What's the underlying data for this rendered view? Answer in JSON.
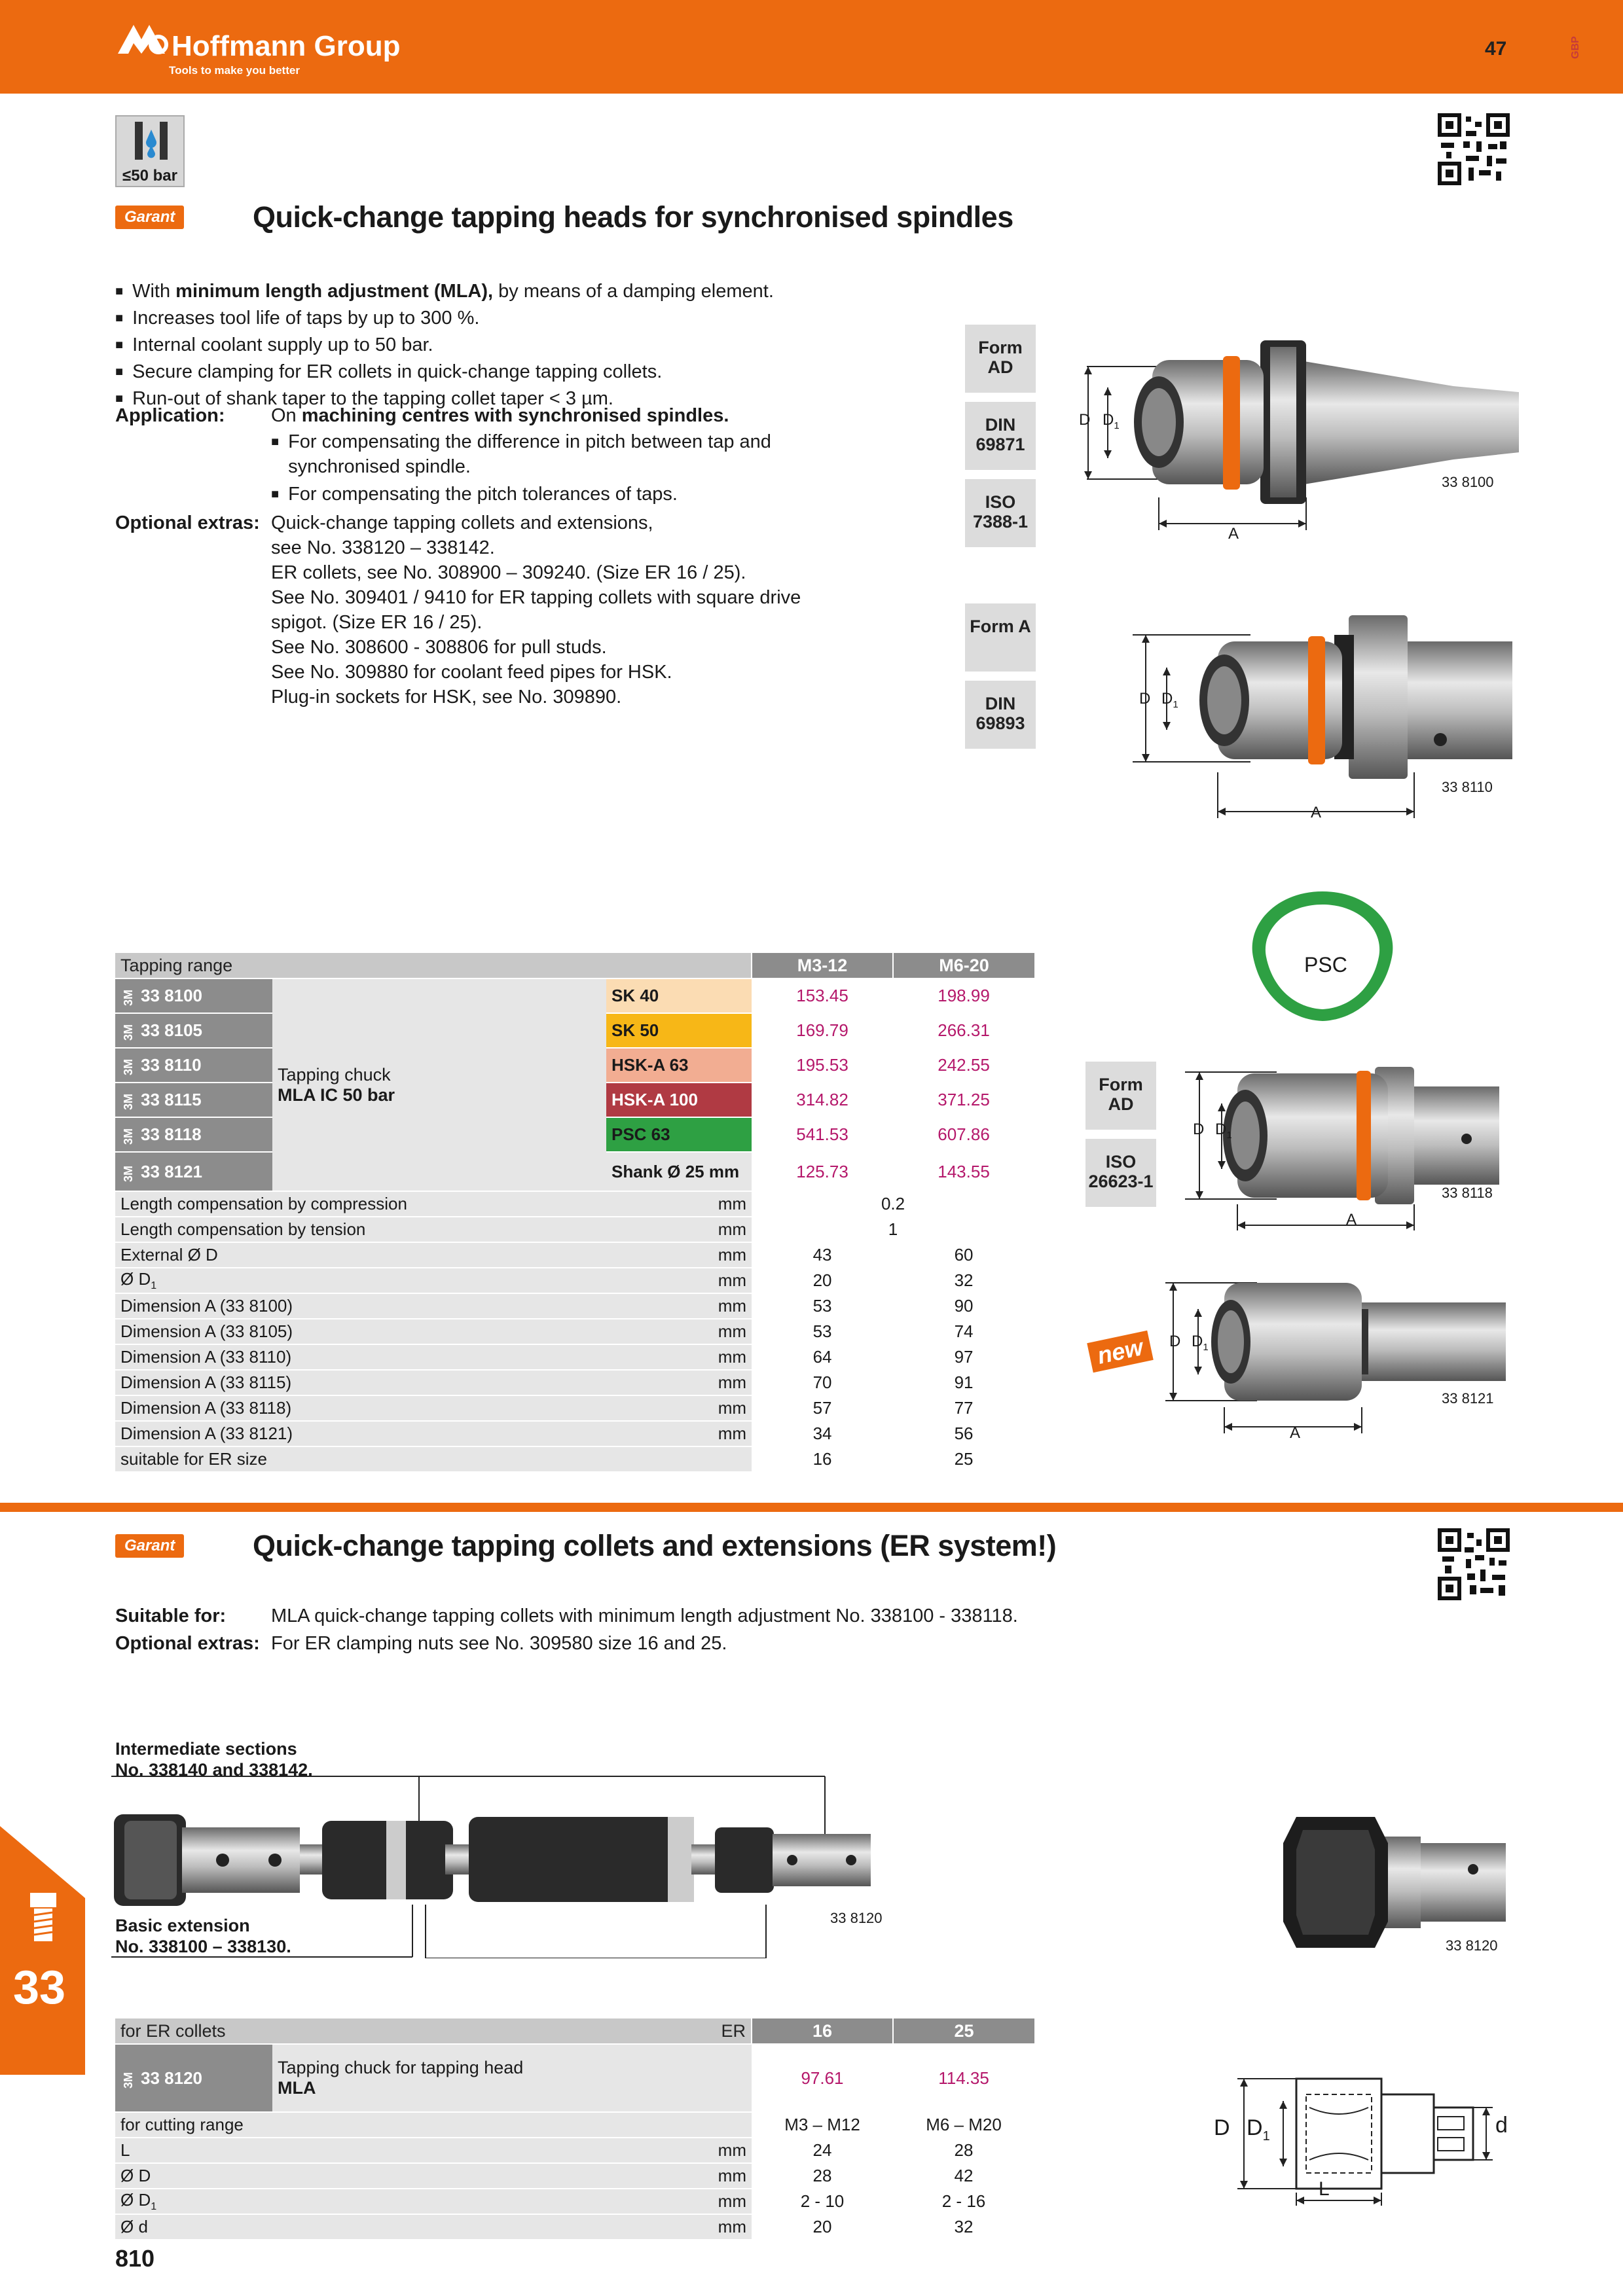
{
  "header": {
    "brand": "Hoffmann Group",
    "tagline": "Tools to make you better",
    "page_number": "47",
    "region": "GBP"
  },
  "badge_pressure": "≤50 bar",
  "section1": {
    "brand_badge": "Garant",
    "title": "Quick-change tapping heads for synchronised spindles",
    "bullets": [
      {
        "pre": "With ",
        "bold": "minimum length adjustment (MLA),",
        "post": " by means of a damping element."
      },
      {
        "pre": "Increases tool life of taps by up to 300 %.",
        "bold": "",
        "post": ""
      },
      {
        "pre": "Internal coolant supply up to 50 bar.",
        "bold": "",
        "post": ""
      },
      {
        "pre": "Secure clamping for ER collets in quick-change tapping collets.",
        "bold": "",
        "post": ""
      },
      {
        "pre": "Run-out of shank taper to the tapping collet taper < 3 µm.",
        "bold": "",
        "post": ""
      }
    ],
    "application_label": "Application:",
    "application_pre": "On ",
    "application_bold": "machining centres with synchronised spindles.",
    "application_bullets": [
      "For compensating the difference in pitch between tap and synchronised spindle.",
      "For compensating the pitch tolerances of taps."
    ],
    "optional_label": "Optional extras:",
    "optional_lines": [
      "Quick-change tapping collets and extensions,",
      "see No. 338120 – 338142.",
      "ER collets, see No. 308900 – 309240. (Size ER 16 / 25).",
      "See No. 309401 / 9410 for ER tapping collets with square drive",
      "spigot. (Size ER 16 / 25).",
      "See No. 308600 - 308806 for pull studs.",
      "See No. 309880 for coolant feed pipes for HSK.",
      "Plug-in sockets for HSK, see No. 309890."
    ]
  },
  "form_boxes": {
    "b1": "Form AD",
    "b2": "DIN 69871",
    "b3": "ISO 7388-1",
    "b4": "Form A",
    "b5": "DIN 69893",
    "b6": "Form AD",
    "b7": "ISO 26623-1"
  },
  "figures": {
    "f1": "33 8100",
    "f2": "33 8110",
    "f3": "33 8118",
    "f4": "33 8121",
    "f5": "33 8120",
    "f6": "33 8120",
    "dim_D": "D",
    "dim_D1": "D",
    "dim_A": "A",
    "dim_d": "d",
    "dim_L": "L",
    "psc": "PSC",
    "new": "new"
  },
  "table1": {
    "header_label": "Tapping range",
    "col1": "M3-12",
    "col2": "M6-20",
    "product_desc_1": "Tapping chuck",
    "product_desc_2": "MLA IC 50 bar",
    "smk": "3M",
    "rows": [
      {
        "art": "33 8100",
        "iface": "SK 40",
        "color": "#fbdcb3",
        "p1": "153.45",
        "p2": "198.99"
      },
      {
        "art": "33 8105",
        "iface": "SK 50",
        "color": "#f7b717",
        "p1": "169.79",
        "p2": "266.31"
      },
      {
        "art": "33 8110",
        "iface": "HSK-A 63",
        "color": "#f2ad92",
        "p1": "195.53",
        "p2": "242.55"
      },
      {
        "art": "33 8115",
        "iface": "HSK-A 100",
        "color": "#b03a43",
        "p1": "314.82",
        "p2": "371.25"
      },
      {
        "art": "33 8118",
        "iface": "PSC 63",
        "color": "#2ea043",
        "p1": "541.53",
        "p2": "607.86"
      },
      {
        "art": "33 8121",
        "iface": "Shank Ø 25 mm",
        "color": "#e6e6e6",
        "p1": "125.73",
        "p2": "143.55"
      }
    ],
    "specs": [
      {
        "label": "Length compensation by compression",
        "unit": "mm",
        "v1": "0.2",
        "v2": "",
        "span": true
      },
      {
        "label": "Length compensation by tension",
        "unit": "mm",
        "v1": "1",
        "v2": "",
        "span": true
      },
      {
        "label": "External Ø D",
        "unit": "mm",
        "v1": "43",
        "v2": "60"
      },
      {
        "label": "Ø D1",
        "unit": "mm",
        "v1": "20",
        "v2": "32"
      },
      {
        "label": "Dimension A (33 8100)",
        "unit": "mm",
        "v1": "53",
        "v2": "90"
      },
      {
        "label": "Dimension A (33 8105)",
        "unit": "mm",
        "v1": "53",
        "v2": "74"
      },
      {
        "label": "Dimension A (33 8110)",
        "unit": "mm",
        "v1": "64",
        "v2": "97"
      },
      {
        "label": "Dimension A (33 8115)",
        "unit": "mm",
        "v1": "70",
        "v2": "91"
      },
      {
        "label": "Dimension A (33 8118)",
        "unit": "mm",
        "v1": "57",
        "v2": "77"
      },
      {
        "label": "Dimension A (33 8121)",
        "unit": "mm",
        "v1": "34",
        "v2": "56"
      },
      {
        "label": "suitable for ER size",
        "unit": "",
        "v1": "16",
        "v2": "25"
      }
    ]
  },
  "section2": {
    "brand_badge": "Garant",
    "title": "Quick-change tapping collets and extensions (ER system!)",
    "suitable_label": "Suitable for:",
    "suitable_text": "MLA quick-change tapping collets with minimum length adjustment No. 338100 - 338118.",
    "optional_label": "Optional extras:",
    "optional_text": "For ER clamping nuts see No. 309580 size 16 and 25.",
    "intermediate_1": "Intermediate sections",
    "intermediate_2": "No. 338140 and 338142.",
    "basic_1": "Basic extension",
    "basic_2": "No. 338100 – 338130."
  },
  "table2": {
    "header_label": "for ER collets",
    "header_unit": "ER",
    "col1": "16",
    "col2": "25",
    "art": "33 8120",
    "smk": "3M",
    "desc_1": "Tapping chuck for tapping head",
    "desc_2": "MLA",
    "p1": "97.61",
    "p2": "114.35",
    "specs": [
      {
        "label": "for cutting range",
        "unit": "",
        "v1": "M3 – M12",
        "v2": "M6 – M20"
      },
      {
        "label": "L",
        "unit": "mm",
        "v1": "24",
        "v2": "28"
      },
      {
        "label": "Ø D",
        "unit": "mm",
        "v1": "28",
        "v2": "42"
      },
      {
        "label": "Ø D1",
        "unit": "mm",
        "v1": "2 - 10",
        "v2": "2 - 16"
      },
      {
        "label": "Ø d",
        "unit": "mm",
        "v1": "20",
        "v2": "32"
      }
    ]
  },
  "side_tab": "33",
  "footer_page": "810"
}
